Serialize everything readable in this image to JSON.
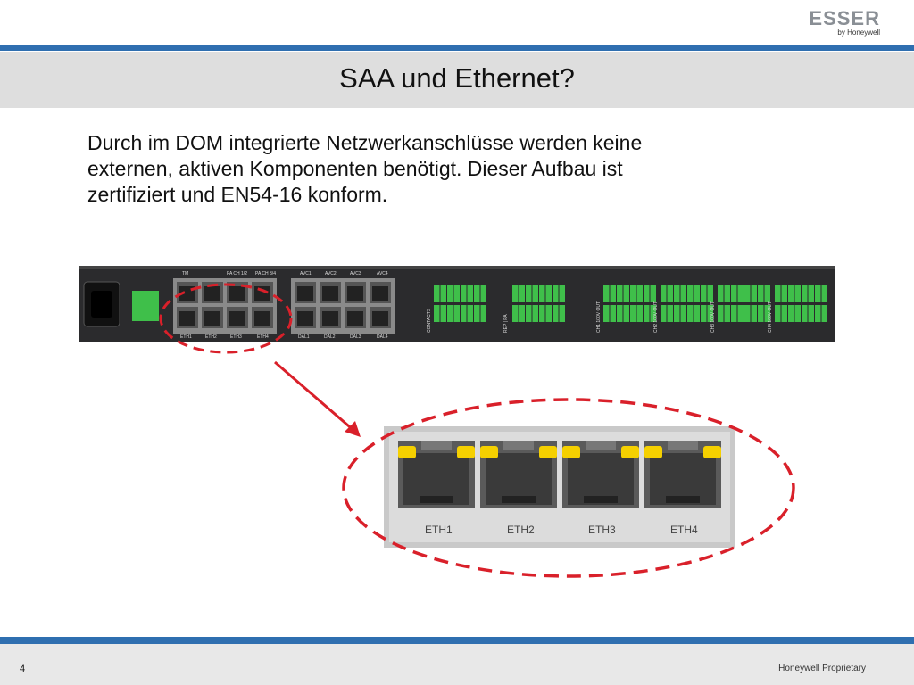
{
  "logo": {
    "brand": "ESSER",
    "sub": "by Honeywell"
  },
  "title": "SAA und Ethernet?",
  "body_lines": [
    "Durch im DOM integrierte Netzwerkanschlüsse werden keine",
    "externen, aktiven Komponenten benötigt. Dieser Aufbau ist",
    "zertifiziert und EN54-16 konform."
  ],
  "device_labels": {
    "top": [
      "TM",
      "PA CH 1/2",
      "PA CH 3/4",
      "AVC1",
      "AVC2",
      "AVC3",
      "AVC4"
    ],
    "bottom": [
      "ETH1",
      "ETH2",
      "ETH3",
      "ETH4",
      "DAL1",
      "DAL2",
      "DAL3",
      "DAL4"
    ],
    "vertical": [
      "CONTACTS",
      "REP | PA",
      "CH1 100V OUT",
      "CH2 100V OUT",
      "CH3 100V OUT",
      "CH4 100V OUT"
    ]
  },
  "ports": [
    "ETH1",
    "ETH2",
    "ETH3",
    "ETH4"
  ],
  "footer": {
    "page": "4",
    "proprietary": "Honeywell Proprietary"
  },
  "colors": {
    "accent_bar": "#2f6fb0",
    "highlight": "#d9202a",
    "led": "#f5d000",
    "terminal": "#3fbf4a"
  }
}
